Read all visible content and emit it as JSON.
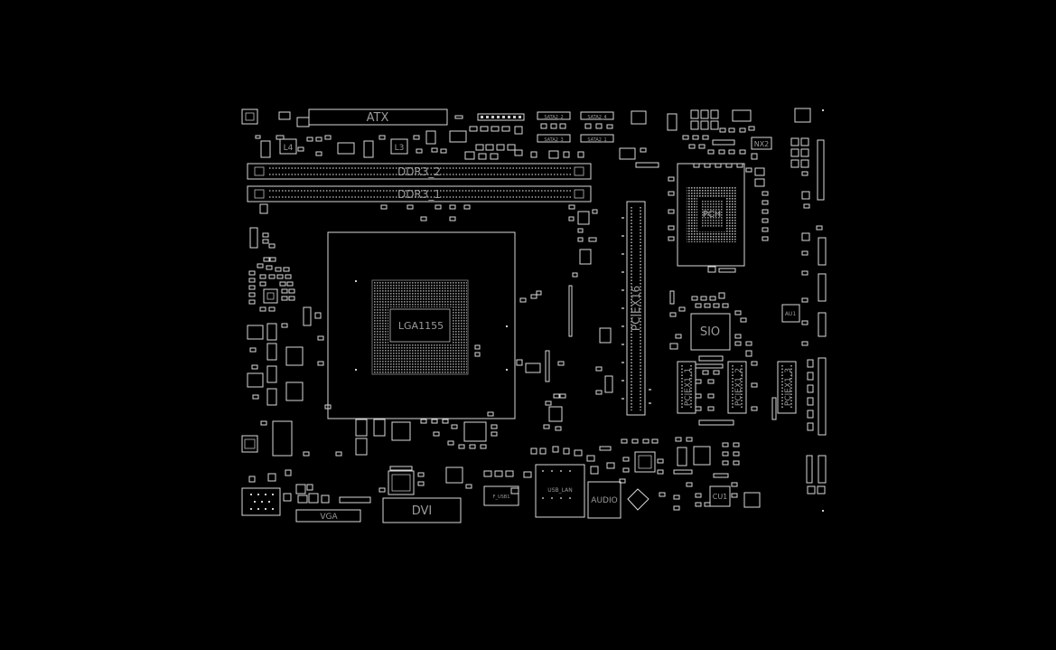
{
  "board": {
    "colors": {
      "background": "#000000",
      "outline": "#d8d8d8",
      "text": "#9a9a9a"
    },
    "labels": {
      "atx": "ATX",
      "ddr3_2": "DDR3_2",
      "ddr3_1": "DDR3_1",
      "l4": "L4",
      "l3": "L3",
      "nx2": "NX2",
      "pciex16": "PCIEX16",
      "pcie_x1_1": "PCIEX1_1",
      "pcie_x1_2": "PCIEX1_2",
      "pcie_x1_3": "PCIEX1_3",
      "sio": "SIO",
      "vga": "VGA",
      "dvi": "DVI",
      "audio": "AUDIO",
      "cu1": "CU1",
      "au1": "AU1",
      "socket": "LGA1155",
      "pch": "PCH",
      "sata2_2": "SATA2_2",
      "sata2_3": "SATA2_3",
      "sata2_4": "SATA2_4",
      "sata2_1": "SATA2_1",
      "usb_lan": "USB_LAN",
      "f_usb": "F_USB1"
    }
  }
}
